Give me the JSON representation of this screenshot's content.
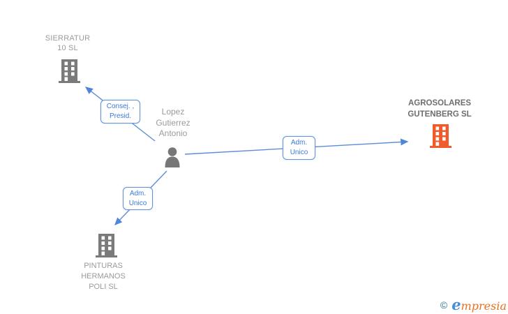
{
  "nodes": {
    "person": {
      "line1": "Lopez",
      "line2": "Gutierrez",
      "line3": "Antonio"
    },
    "sierratur": {
      "line1": "SIERRATUR",
      "line2": "10 SL"
    },
    "agrosolares": {
      "line1": "AGROSOLARES",
      "line2": "GUTENBERG SL"
    },
    "pinturas": {
      "line1": "PINTURAS",
      "line2": "HERMANOS",
      "line3": "POLI SL"
    }
  },
  "edges": {
    "person_to_sierratur": {
      "role_line1": "Consej. ,",
      "role_line2": "Presid."
    },
    "person_to_agrosolares": {
      "role_line1": "Adm.",
      "role_line2": "Unico"
    },
    "person_to_pinturas": {
      "role_line1": "Adm.",
      "role_line2": "Unico"
    }
  },
  "watermark": {
    "copyright": "©",
    "brand_initial": "e",
    "brand_rest": "mpresia"
  },
  "colors": {
    "edge_blue": "#5B8DD9",
    "arrowhead_blue": "#4E86DC",
    "edge_label_text": "#3A7AD9",
    "edge_label_border": "#6292DB",
    "company_icon_gray": "#7A7A7A",
    "company_icon_highlight": "#F15B2B",
    "person_icon_gray": "#777777",
    "text_gray": "#9A9A9A",
    "text_bold_gray": "#6E6E6E",
    "logo_copyright_teal": "#2A7389",
    "logo_initial_blue": "#4A8FD4",
    "logo_brand_orange": "#E87122"
  }
}
